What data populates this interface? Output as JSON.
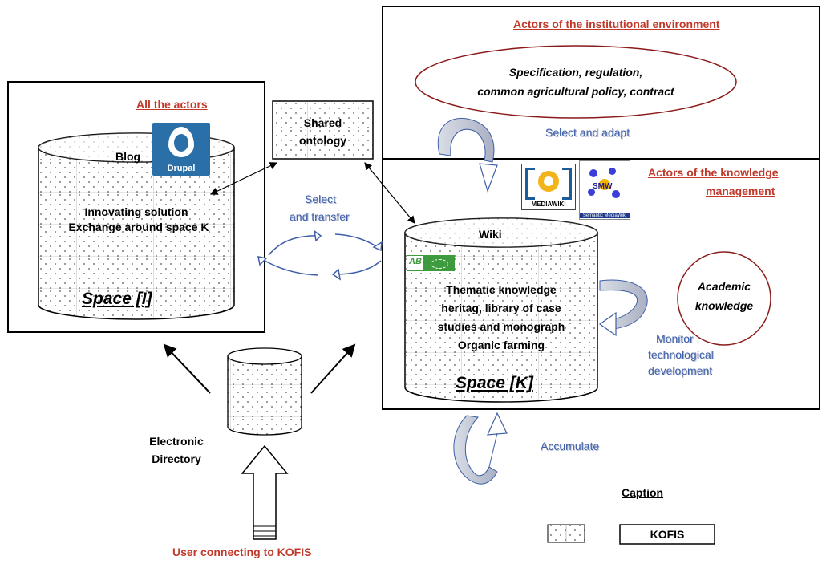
{
  "institutional": {
    "title": "Actors of the institutional environment",
    "ellipse_line1": "Specification, regulation,",
    "ellipse_line2": "common agricultural policy, contract",
    "select_adapt": "Select and adapt"
  },
  "actors": {
    "title": "All the actors",
    "blog": "Blog",
    "drupal_logo": "Drupal",
    "line1": "Innovating solution",
    "line2": "Exchange around space K",
    "space": "Space [I]"
  },
  "ontology": {
    "line1": "Shared",
    "line2": "ontology"
  },
  "select_transfer": {
    "line1": "Select",
    "line2": "and transfer"
  },
  "knowledge_mgmt": {
    "title_line1": "Actors of the knowledge",
    "title_line2": "management",
    "wiki": "Wiki",
    "text_line1": "Thematic knowledge",
    "text_line2": "heritag, library of case",
    "text_line3": "studies and monograph",
    "text_line4": "Organic farming",
    "space": "Space [K]",
    "smw_logo": "SMW",
    "smw_caption": "Semantic MediaWiki",
    "mediawiki_logo": "MEDIAWIKI",
    "ab_logo": "AB"
  },
  "academic": {
    "line1": "Academic",
    "line2": "knowledge",
    "monitor1": "Monitor",
    "monitor2": "technological",
    "monitor3": "development"
  },
  "accumulate": "Accumulate",
  "directory": {
    "line1": "Electronic",
    "line2": "Directory"
  },
  "user": "User connecting to KOFIS",
  "caption": {
    "title": "Caption",
    "kofis": "KOFIS"
  },
  "colors": {
    "red": "#c0392b",
    "blue": "#3f5fa8",
    "ellipse": "#8b1a1a"
  }
}
